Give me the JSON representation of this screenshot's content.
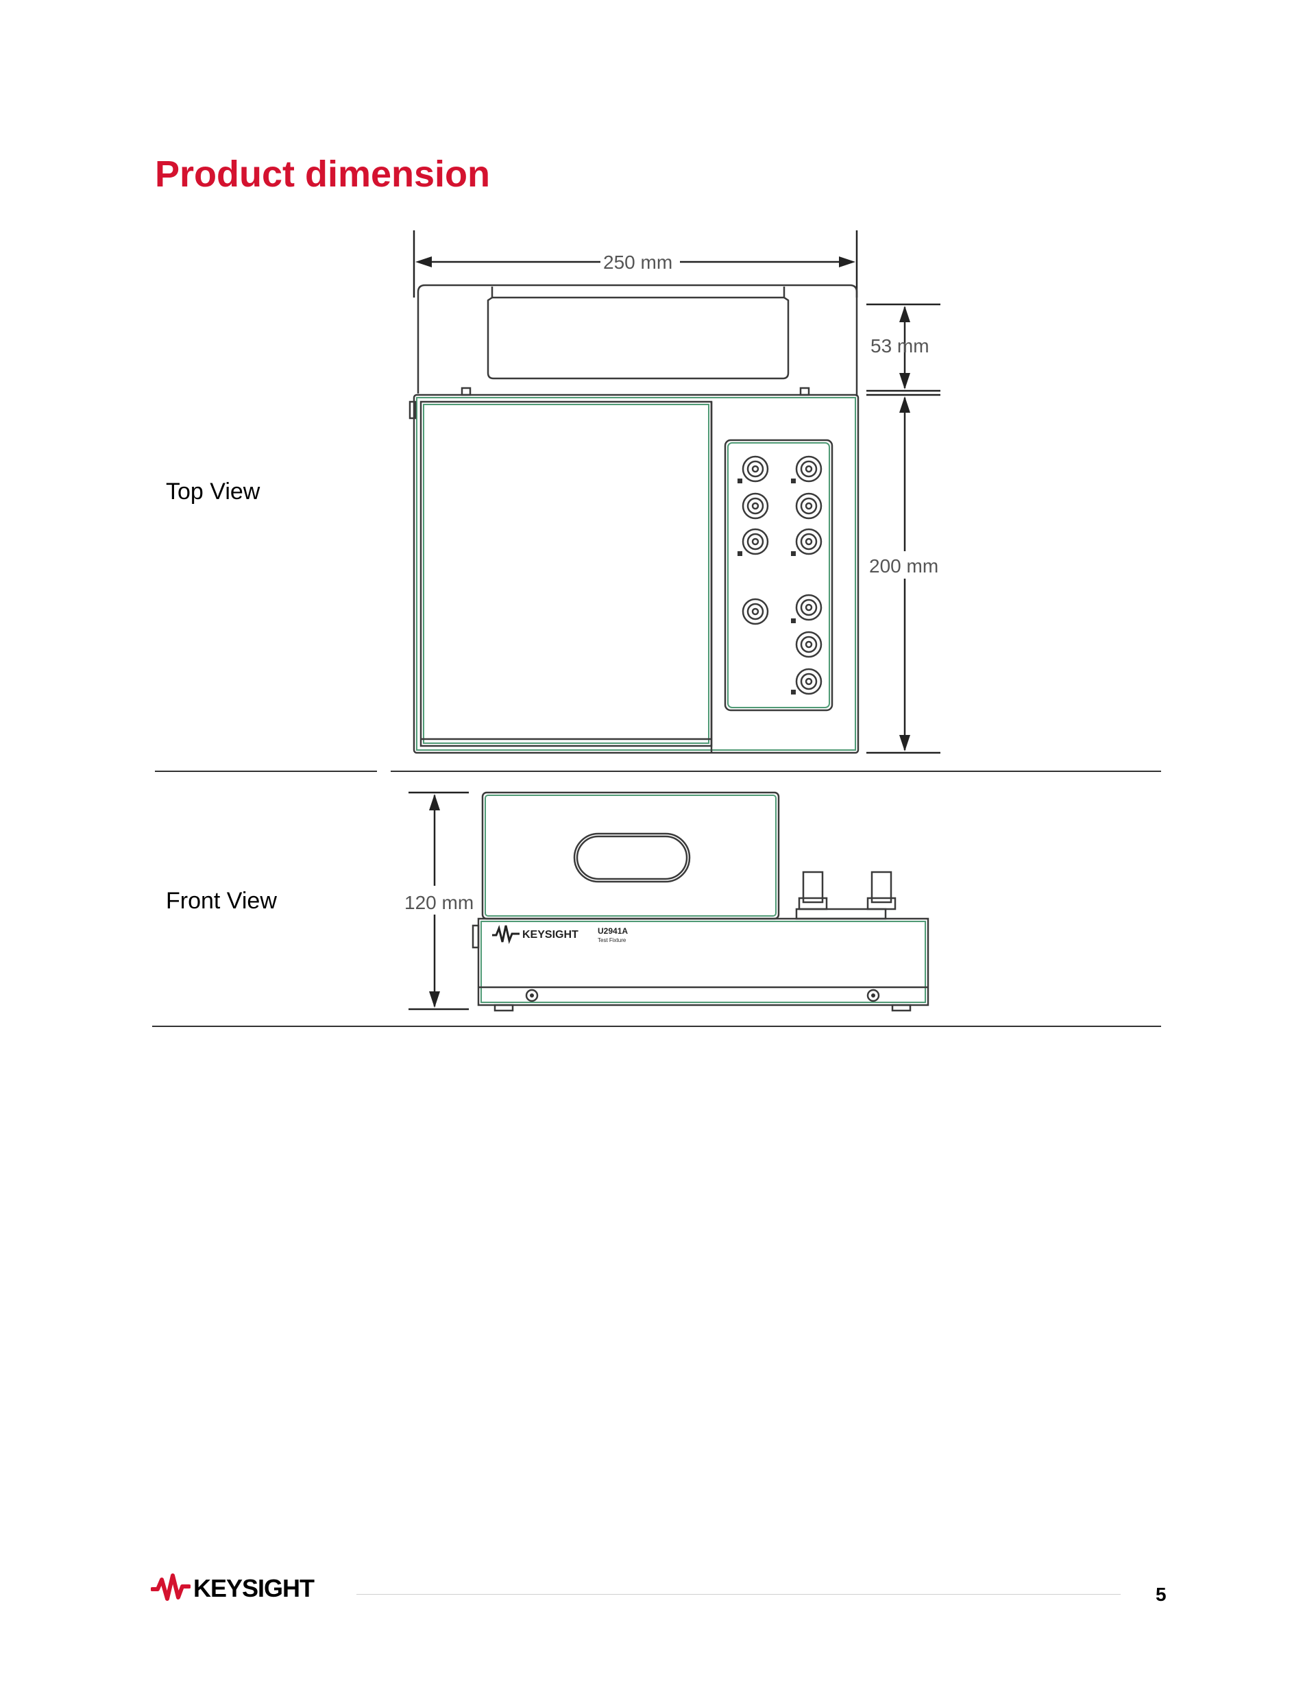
{
  "page": {
    "title": "Product dimension",
    "page_number": "5",
    "accent_color": "#d4122f"
  },
  "views": {
    "top": {
      "label": "Top View",
      "width_dim": "250 mm",
      "handle_dim": "53 mm",
      "depth_dim": "200 mm"
    },
    "front": {
      "label": "Front View",
      "height_dim": "120 mm",
      "brand_text": "KEYSIGHT",
      "model_text": "U2941A",
      "model_sub": "Test Fixture"
    }
  },
  "footer": {
    "logo_text": "KEYSIGHT",
    "logo_icon": "keysight-wave-icon"
  }
}
